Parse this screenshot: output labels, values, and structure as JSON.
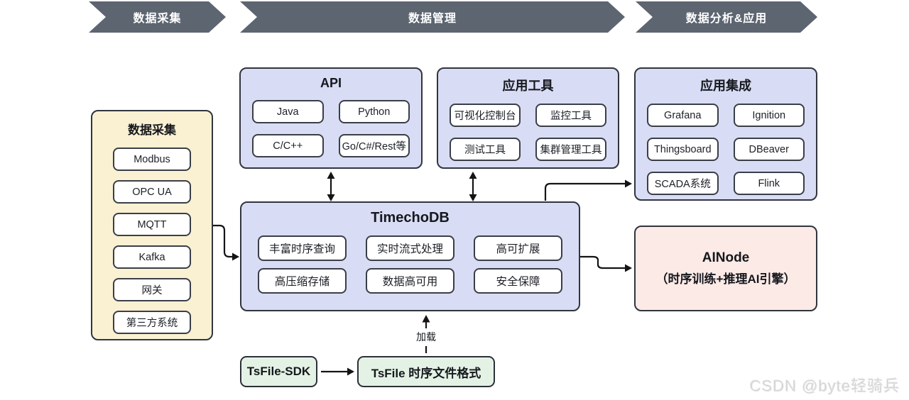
{
  "banner": {
    "stages": [
      {
        "label": "数据采集"
      },
      {
        "label": "数据管理"
      },
      {
        "label": "数据分析&应用"
      }
    ]
  },
  "collection": {
    "title": "数据采集",
    "items": [
      "Modbus",
      "OPC UA",
      "MQTT",
      "Kafka",
      "网关",
      "第三方系统"
    ]
  },
  "api": {
    "title": "API",
    "items": [
      "Java",
      "Python",
      "C/C++",
      "Go/C#/Rest等"
    ]
  },
  "tools": {
    "title": "应用工具",
    "items": [
      "可视化控制台",
      "监控工具",
      "测试工具",
      "集群管理工具"
    ]
  },
  "integrations": {
    "title": "应用集成",
    "items": [
      "Grafana",
      "Ignition",
      "Thingsboard",
      "DBeaver",
      "SCADA系统",
      "Flink"
    ]
  },
  "timechodb": {
    "title": "TimechoDB",
    "items": [
      "丰富时序查询",
      "实时流式处理",
      "高可扩展",
      "高压缩存储",
      "数据高可用",
      "安全保障"
    ]
  },
  "ainode": {
    "title": "AINode",
    "subtitle": "（时序训练+推理AI引擎）"
  },
  "tsfile": {
    "sdk_label": "TsFile-SDK",
    "format_label": "TsFile 时序文件格式",
    "load_label": "加载"
  },
  "watermark": "CSDN @byte轻骑兵",
  "colors": {
    "banner": "#5d6571",
    "lavender": "#d8dcf4",
    "yellow": "#faf0d2",
    "pink": "#fceae7",
    "green": "#e4f2e5",
    "border": "#31353d",
    "arrow": "#141414"
  }
}
